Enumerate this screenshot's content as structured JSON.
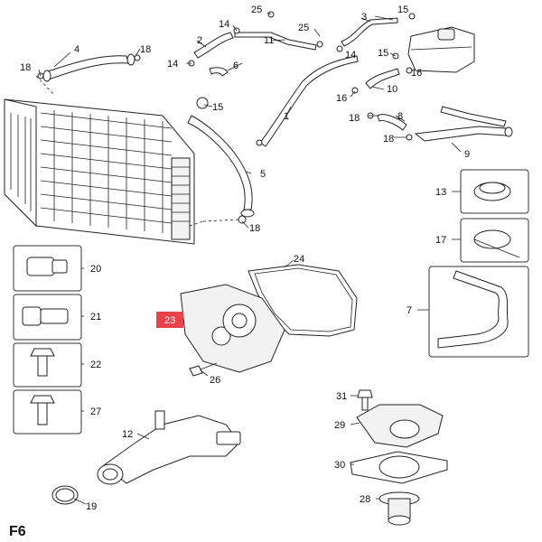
{
  "diagram": {
    "figure_code": "F6",
    "highlighted_part": "23",
    "callouts": [
      "1",
      "2",
      "3",
      "4",
      "5",
      "6",
      "7",
      "8",
      "9",
      "10",
      "11",
      "12",
      "13",
      "14",
      "15",
      "16",
      "17",
      "18",
      "19",
      "20",
      "21",
      "22",
      "23",
      "24",
      "25",
      "26",
      "27",
      "28",
      "29",
      "30",
      "31"
    ],
    "highlight_color": "#e8434a"
  }
}
